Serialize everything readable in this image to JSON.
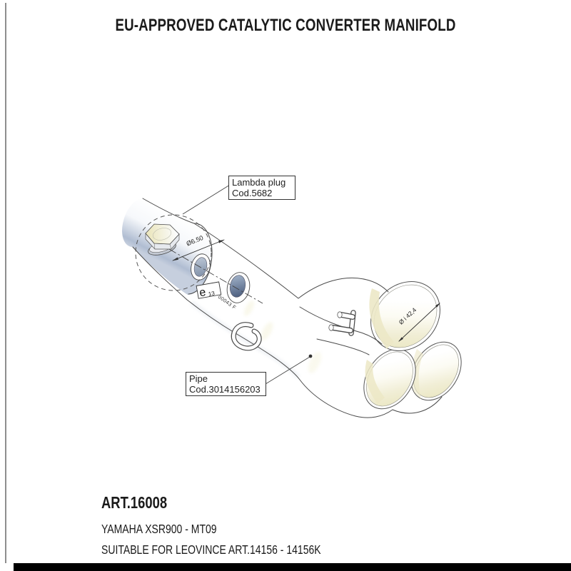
{
  "title": "EU-APPROVED CATALYTIC CONVERTER MANIFOLD",
  "callouts": {
    "lambda_plug": {
      "line1": "Lambda plug",
      "line2": "Cod.5682"
    },
    "pipe": {
      "line1": "Pipe",
      "line2": "Cod.3014156203"
    }
  },
  "annotations": {
    "plug_hole_diameter": "Ø6.50",
    "outlet_inner_diameter": "Ø i 42,4",
    "homologation_letter": "e",
    "homologation_region": "13",
    "homologation_code": "00043 F"
  },
  "footer": {
    "article": "ART.16008",
    "vehicle": "YAMAHA XSR900 - MT09",
    "compatibility": "SUITABLE FOR LEOVINCE ART.14156 - 14156K"
  },
  "colors": {
    "line": "#4a4a4a",
    "inner_surface": "#ece8c2",
    "shadow_blue": "#b7c2d6",
    "footer_bar": "#000000",
    "rule": "#8e8e8e"
  }
}
